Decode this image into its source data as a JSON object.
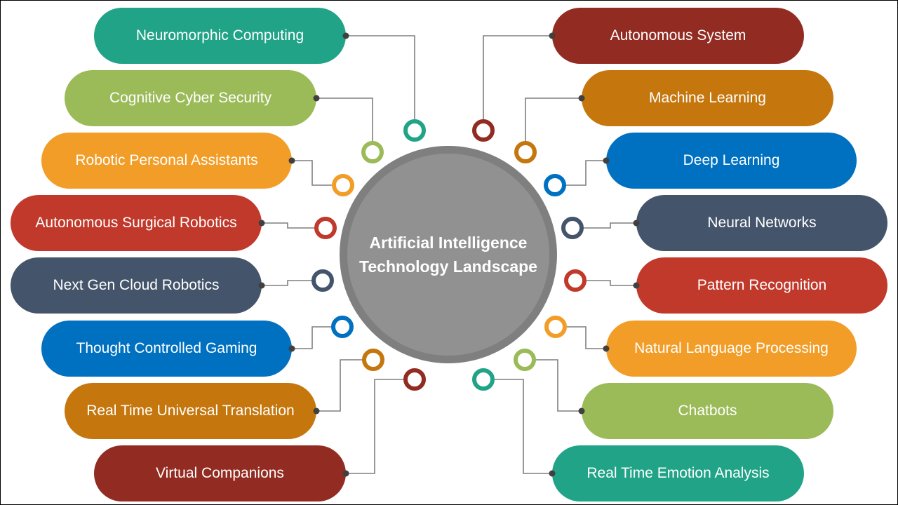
{
  "center": {
    "title": "Artificial Intelligence Technology Landscape"
  },
  "left_items": [
    {
      "label": "Neuromorphic Computing",
      "color": "#20a386"
    },
    {
      "label": "Cognitive Cyber Security",
      "color": "#9bbb59"
    },
    {
      "label": "Robotic Personal Assistants",
      "color": "#f29d27"
    },
    {
      "label": "Autonomous Surgical Robotics",
      "color": "#c0392b"
    },
    {
      "label": "Next Gen Cloud Robotics",
      "color": "#44546a"
    },
    {
      "label": "Thought Controlled Gaming",
      "color": "#0070c0"
    },
    {
      "label": "Real Time Universal Translation",
      "color": "#c5770e"
    },
    {
      "label": "Virtual Companions",
      "color": "#922b21"
    }
  ],
  "right_items": [
    {
      "label": "Autonomous System",
      "color": "#922b21"
    },
    {
      "label": "Machine Learning",
      "color": "#c5770e"
    },
    {
      "label": "Deep Learning",
      "color": "#0070c0"
    },
    {
      "label": "Neural Networks",
      "color": "#44546a"
    },
    {
      "label": "Pattern Recognition",
      "color": "#c0392b"
    },
    {
      "label": "Natural Language Processing",
      "color": "#f29d27"
    },
    {
      "label": "Chatbots",
      "color": "#9bbb59"
    },
    {
      "label": "Real Time Emotion Analysis",
      "color": "#20a386"
    }
  ]
}
